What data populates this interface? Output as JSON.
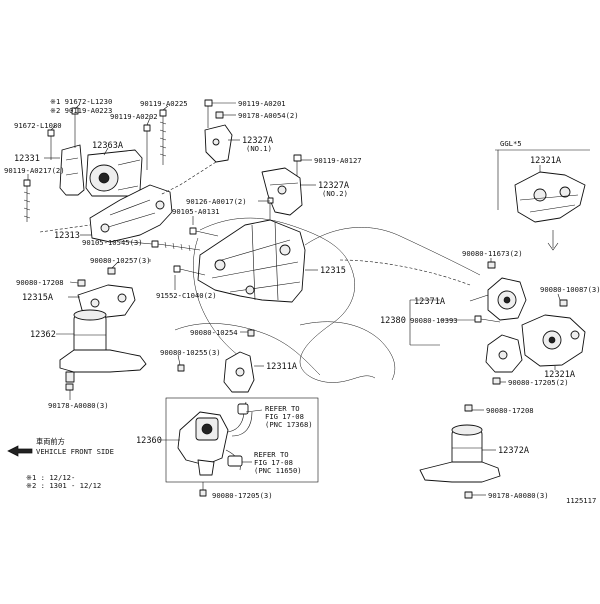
{
  "labels": {
    "l_91672_L1230": "※1 91672-L1230",
    "l_90119_A0223": "※2 90119-A0223",
    "l_90119_A0225": "90119-A0225",
    "l_90119_A0201": "90119-A0201",
    "l_90178_A0054": "90178-A0054(2)",
    "l_90119_A0202": "90119-A0202",
    "l_91672_L1080": "91672-L1080",
    "l_12327A": "12327A",
    "l_no1": "(NO.1)",
    "l_12363A": "12363A",
    "l_12331": "12331",
    "l_90119_A0217": "90119-A0217(2)",
    "l_90119_A0127": "90119-A0127",
    "l_12327A_2": "12327A",
    "l_no2": "(NO.2)",
    "l_90126_A0017": "90126-A0017(2)",
    "l_90105_A0131": "90105-A0131",
    "l_12313": "12313",
    "l_90105_10545": "90105-10545(3)",
    "l_90080_10257": "90080-10257(3)",
    "l_12315": "12315",
    "l_90080_17208_top": "90080-17208",
    "l_12315A": "12315A",
    "l_91552_C1040": "91552-C1040(2)",
    "l_12362": "12362",
    "l_90080_10254": "90080-10254",
    "l_90080_10255": "90080-10255(3)",
    "l_12311A": "12311A",
    "l_90178_A0080_left": "90178-A0080(3)",
    "l_12360": "12360",
    "l_refer1_a": "REFER TO",
    "l_refer1_b": "FIG 17-08",
    "l_refer1_c": "(PNC 17368)",
    "l_refer2_a": "REFER TO",
    "l_refer2_b": "FIG 17-08",
    "l_refer2_c": "(PNC 11650)",
    "l_vehicle_front_jp": "車両前方",
    "l_vehicle_front": "VEHICLE FRONT SIDE",
    "l_note1": "※1 :      12/12-",
    "l_note2": "※2 : 1301 -  12/12",
    "l_90080_17205_bottom": "90080-17205(3)",
    "l_ggl15": "GGL*5",
    "l_12321A_top": "12321A",
    "l_90080_11673": "90080-11673(2)",
    "l_12371A": "12371A",
    "l_90080_10087": "90080-10087(3)",
    "l_12380": "12380",
    "l_90080_10393": "90080-10393",
    "l_12321A_mid": "12321A",
    "l_90080_17205_right": "90080-17205(2)",
    "l_90080_17208_right": "90080-17208",
    "l_12372A": "12372A",
    "l_90178_A0080_right": "90178-A0080(3)",
    "l_catalog": "1125117"
  }
}
